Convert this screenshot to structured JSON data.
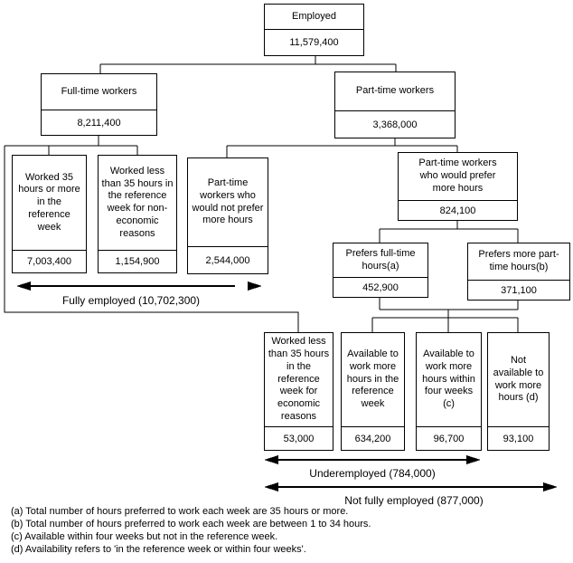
{
  "diagram": {
    "nodes": {
      "employed": {
        "label": "Employed",
        "value": "11,579,400"
      },
      "fulltime": {
        "label": "Full-time workers",
        "value": "8,211,400"
      },
      "parttime": {
        "label": "Part-time workers",
        "value": "3,368,000"
      },
      "worked35": {
        "label": "Worked 35 hours or more in the reference week",
        "value": "7,003,400"
      },
      "workedless": {
        "label": "Worked less than 35 hours in the reference week for non-economic reasons",
        "value": "1,154,900"
      },
      "ptnoprefer": {
        "label": "Part-time workers who would not prefer more hours",
        "value": "2,544,000"
      },
      "ptprefer": {
        "label": "Part-time workers who would prefer more hours",
        "value": "824,100"
      },
      "prefersft": {
        "label": "Prefers full-time hours(a)",
        "value": "452,900"
      },
      "preferspt": {
        "label": "Prefers more part-time hours(b)",
        "value": "371,100"
      },
      "econ": {
        "label": "Worked less than 35 hours in the reference week for economic reasons",
        "value": "53,000"
      },
      "availref": {
        "label": "Available to work more hours in the reference week",
        "value": "634,200"
      },
      "avail4wk": {
        "label": "Available to work more hours within four weeks (c)",
        "value": "96,700"
      },
      "notavail": {
        "label": "Not available to work more hours (d)",
        "value": "93,100"
      }
    },
    "arrows": {
      "fully_employed": {
        "label": "Fully employed  (10,702,300)"
      },
      "underemployed": {
        "label": "Underemployed (784,000)"
      },
      "not_fully_employed": {
        "label": "Not fully employed (877,000)"
      }
    },
    "footnotes": [
      "(a) Total number of hours preferred to work each week are 35 hours or more.",
      "(b) Total number of hours preferred to work each week are between 1 to 34 hours.",
      "(c) Available within four weeks but not in the reference week.",
      "(d) Availability refers to 'in the reference week or within four weeks'."
    ],
    "colors": {
      "line": "#000000",
      "background": "#ffffff",
      "text": "#000000"
    }
  }
}
